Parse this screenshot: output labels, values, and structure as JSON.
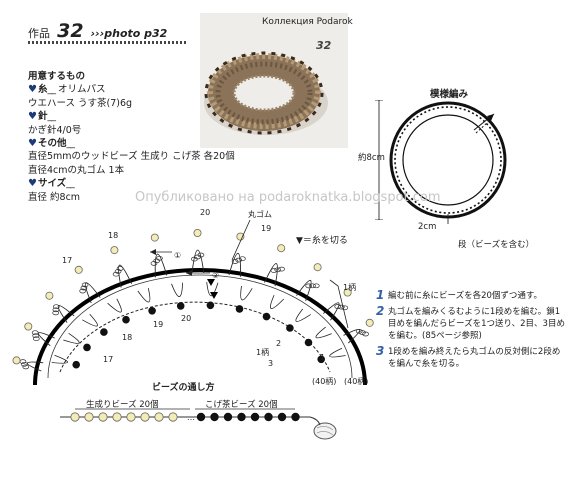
{
  "header": {
    "work_label": "作品",
    "work_number": "32",
    "photo_ref": "›››photo p32"
  },
  "photo": {
    "caption": "Коллекция Podarok",
    "number": "32"
  },
  "materials": {
    "title": "用意するもの",
    "yarn_heading": "糸",
    "yarn_brand": "オリムパス",
    "yarn_detail": "ウエハース うす茶(7)6g",
    "needle_heading": "針",
    "needle_detail": "かぎ針4/0号",
    "other_heading": "その他",
    "other_line1": "直径5mmのウッドビーズ 生成り こげ茶 各20個",
    "other_line2": "直径4cmの丸ゴム 1本",
    "size_heading": "サイズ",
    "size_detail": "直径 約8cm"
  },
  "ring_diagram": {
    "title": "模様編み",
    "height_label": "約8cm",
    "width_label": "2cm",
    "note": "段（ビーズを含む）"
  },
  "watermark": "Опубликовано на podaroknatka.blogspot.com",
  "stitch_diagram": {
    "legend": "▼＝糸を切る",
    "rubber_label": "丸ゴム",
    "repeat_label": "1柄",
    "repeat_label_inner": "1柄",
    "repeat_count": "(40柄)",
    "repeat_count_inner": "(40柄)",
    "row1_mark": "①",
    "row2_mark": "②",
    "outer_numbers": [
      "20",
      "19",
      "18",
      "17"
    ],
    "inner_numbers": [
      "20",
      "19",
      "18",
      "17"
    ],
    "start_numbers": [
      "3",
      "2",
      "1"
    ]
  },
  "steps": [
    {
      "no": "1",
      "text": "編む前に糸にビーズを各20個ずつ通す。"
    },
    {
      "no": "2",
      "text": "丸ゴムを編みくるむように1段めを編む。鎖1目めを編んだらビーズを1つ送り、2目、3目めを編む。(85ページ参照)"
    },
    {
      "no": "3",
      "text": "1段めを編み終えたら丸ゴムの反対側に2段めを編んで糸を切る。"
    }
  ],
  "bead_threading": {
    "title": "ビーズの通し方",
    "light_label": "生成りビーズ 20個",
    "dark_label": "こげ茶ビーズ 20個"
  },
  "colors": {
    "accent_blue": "#3560a8",
    "heart_blue": "#1c3a78",
    "bead_light": "#f3ecb4",
    "bead_dark": "#111111"
  }
}
